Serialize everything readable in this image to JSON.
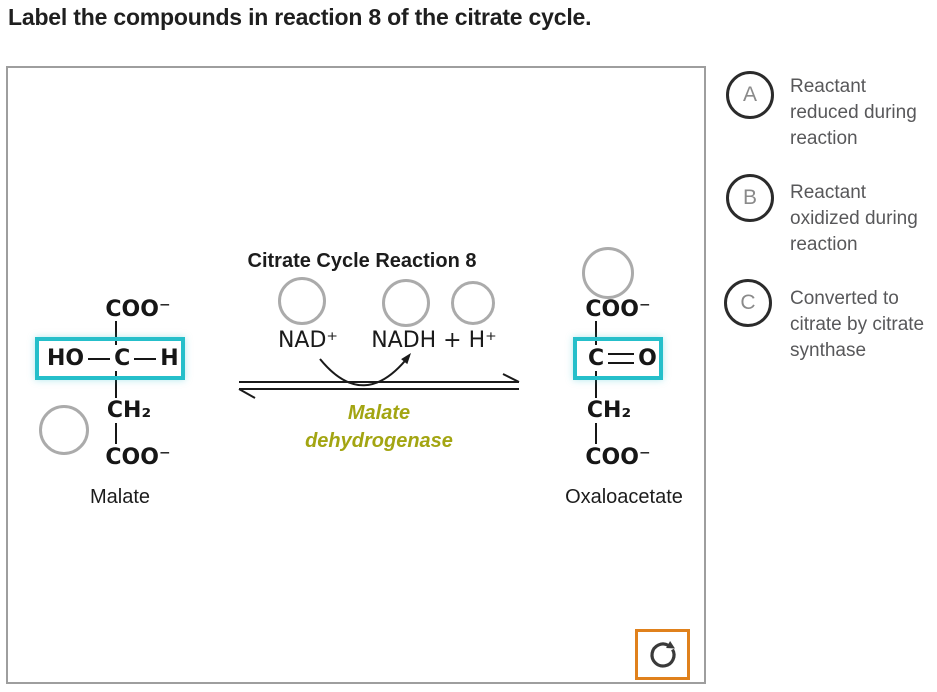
{
  "title": "Label the compounds in reaction 8 of the citrate cycle.",
  "diagram": {
    "heading": "Citrate Cycle Reaction 8",
    "nad_label": "NAD⁺",
    "nadh_label": "NADH + H⁺",
    "enzyme_line1": "Malate",
    "enzyme_line2": "dehydrogenase",
    "malate": {
      "name": "Malate",
      "coo_top": "COO⁻",
      "ho": "HO",
      "c": "C",
      "h": "H",
      "ch2": "CH₂",
      "coo_bottom": "COO⁻"
    },
    "oxaloacetate": {
      "name": "Oxaloacetate",
      "coo_top": "COO⁻",
      "c": "C",
      "o": "O",
      "ch2": "CH₂",
      "coo_bottom": "COO⁻"
    }
  },
  "options": [
    {
      "letter": "A",
      "text": "Reactant reduced during reaction"
    },
    {
      "letter": "B",
      "text": "Reactant oxidized during reaction"
    },
    {
      "letter": "C",
      "text": "Converted to citrate by citrate synthase"
    }
  ],
  "icons": {
    "reset": "refresh-clockwise-icon"
  },
  "colors": {
    "highlight": "#25bfca",
    "enzyme": "#a3a512",
    "reset_border": "#e0811c",
    "circle_gray": "#ababab"
  }
}
